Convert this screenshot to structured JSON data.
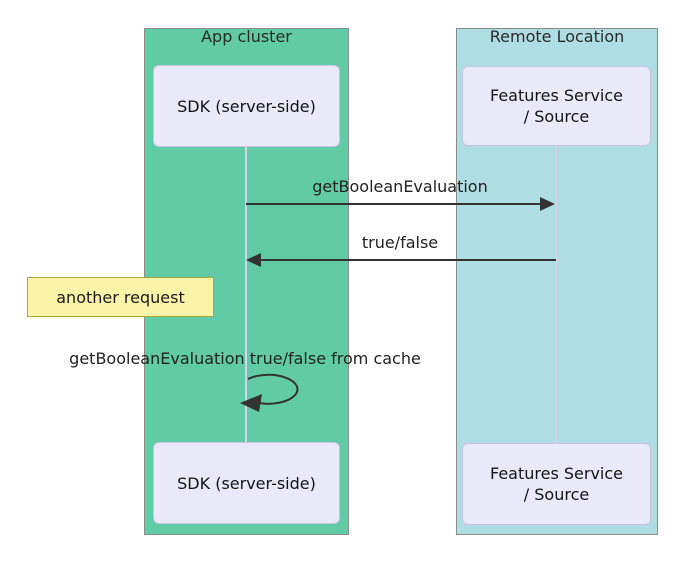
{
  "diagram_type": "sequence-diagram",
  "clusters": [
    {
      "id": "app-cluster",
      "label": "App cluster"
    },
    {
      "id": "remote-location",
      "label": "Remote Location"
    }
  ],
  "actors": [
    {
      "id": "sdk-top",
      "lines": [
        "SDK (server-side)"
      ]
    },
    {
      "id": "features-top",
      "lines": [
        "Features Service",
        "/ Source"
      ]
    },
    {
      "id": "sdk-bottom",
      "lines": [
        "SDK (server-side)"
      ]
    },
    {
      "id": "features-bottom",
      "lines": [
        "Features Service",
        "/ Source"
      ]
    }
  ],
  "messages": [
    {
      "label": "getBooleanEvaluation",
      "from": "SDK (server-side)",
      "to": "Features Service / Source",
      "direction": "right",
      "type": "solid-arrow"
    },
    {
      "label": "true/false",
      "from": "Features Service / Source",
      "to": "SDK (server-side)",
      "direction": "left",
      "type": "solid-arrow"
    },
    {
      "label": "getBooleanEvaluation true/false from cache",
      "from": "SDK (server-side)",
      "to": "SDK (server-side)",
      "direction": "self",
      "type": "self-loop"
    }
  ],
  "note": {
    "label": "another request",
    "position": "left of SDK (server-side)"
  },
  "colors": {
    "app_cluster_fill": "#61cba5",
    "remote_cluster_fill": "#aedee3",
    "actor_fill": "#e9e9f9",
    "actor_border": "#c9c4e4",
    "note_fill": "#fbf3a7",
    "note_border": "#a8a83c",
    "arrow": "#333333",
    "lifeline": "#d5d2e4",
    "text": "#1f1f1f"
  }
}
